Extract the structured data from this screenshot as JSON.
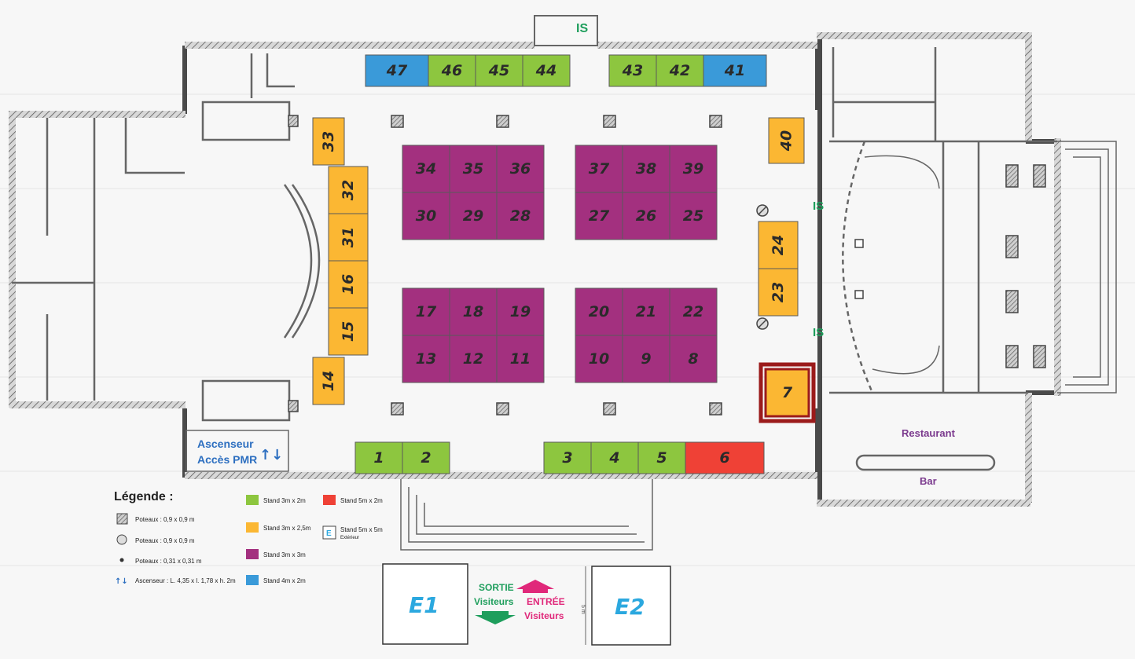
{
  "colors": {
    "green": "#8dc63f",
    "yellow": "#fbb733",
    "purple": "#a3307f",
    "blue": "#3a9ad9",
    "red": "#ef4136",
    "wall": "#555555",
    "teal": "#1e9e5c",
    "pink": "#e0287a",
    "cyan": "#2ba8df",
    "label_blue": "#2d6fc0",
    "label_purple": "#7b3a8e",
    "highlight": "#9b1b1b"
  },
  "stands": [
    {
      "id": "47",
      "type": "blue"
    },
    {
      "id": "46",
      "type": "green"
    },
    {
      "id": "45",
      "type": "green"
    },
    {
      "id": "44",
      "type": "green"
    },
    {
      "id": "43",
      "type": "green"
    },
    {
      "id": "42",
      "type": "green"
    },
    {
      "id": "41",
      "type": "blue"
    },
    {
      "id": "33",
      "type": "yellow"
    },
    {
      "id": "32",
      "type": "yellow"
    },
    {
      "id": "31",
      "type": "yellow"
    },
    {
      "id": "16",
      "type": "yellow"
    },
    {
      "id": "15",
      "type": "yellow"
    },
    {
      "id": "14",
      "type": "yellow"
    },
    {
      "id": "34",
      "type": "purple"
    },
    {
      "id": "35",
      "type": "purple"
    },
    {
      "id": "36",
      "type": "purple"
    },
    {
      "id": "30",
      "type": "purple"
    },
    {
      "id": "29",
      "type": "purple"
    },
    {
      "id": "28",
      "type": "purple"
    },
    {
      "id": "37",
      "type": "purple"
    },
    {
      "id": "38",
      "type": "purple"
    },
    {
      "id": "39",
      "type": "purple"
    },
    {
      "id": "27",
      "type": "purple"
    },
    {
      "id": "26",
      "type": "purple"
    },
    {
      "id": "25",
      "type": "purple"
    },
    {
      "id": "17",
      "type": "purple"
    },
    {
      "id": "18",
      "type": "purple"
    },
    {
      "id": "19",
      "type": "purple"
    },
    {
      "id": "13",
      "type": "purple"
    },
    {
      "id": "12",
      "type": "purple"
    },
    {
      "id": "11",
      "type": "purple"
    },
    {
      "id": "20",
      "type": "purple"
    },
    {
      "id": "21",
      "type": "purple"
    },
    {
      "id": "22",
      "type": "purple"
    },
    {
      "id": "10",
      "type": "purple"
    },
    {
      "id": "9",
      "type": "purple"
    },
    {
      "id": "8",
      "type": "purple"
    },
    {
      "id": "40",
      "type": "yellow"
    },
    {
      "id": "24",
      "type": "yellow"
    },
    {
      "id": "23",
      "type": "yellow"
    },
    {
      "id": "7",
      "type": "yellow",
      "highlighted": true
    },
    {
      "id": "1",
      "type": "green"
    },
    {
      "id": "2",
      "type": "green"
    },
    {
      "id": "3",
      "type": "green"
    },
    {
      "id": "4",
      "type": "green"
    },
    {
      "id": "5",
      "type": "green"
    },
    {
      "id": "6",
      "type": "red"
    }
  ],
  "labels": {
    "is": "IS",
    "elevator_line1": "Ascenseur",
    "elevator_line2": "Accès PMR",
    "elevator_arrows": "↑↓",
    "restaurant": "Restaurant",
    "bar": "Bar",
    "legend_title": "Légende :",
    "exit_line1": "SORTIE",
    "exit_line2": "Visiteurs",
    "entry_line1": "ENTRÉE",
    "entry_line2": "Visiteurs",
    "e1": "E1",
    "e2": "E2",
    "dim_5m": "5 m"
  },
  "legend": {
    "poteaux_large": "Poteaux : 0,9 x 0,9 m",
    "poteaux_round": "Poteaux : 0,9 x 0,9 m",
    "poteaux_small": "Poteaux : 0,31 x 0,31 m",
    "ascenseur": "Ascenseur : L. 4,35 x l. 1,78 x h. 2m",
    "ascenseur_icon": "↑↓",
    "stand_green": "Stand 3m x 2m",
    "stand_yellow": "Stand 3m x 2,5m",
    "stand_purple": "Stand 3m x 3m",
    "stand_blue": "Stand 4m x 2m",
    "stand_red": "Stand 5m x 2m",
    "stand_ext": "Stand 5m x 5m",
    "stand_ext_sub": "Extérieur",
    "stand_ext_badge": "E"
  }
}
